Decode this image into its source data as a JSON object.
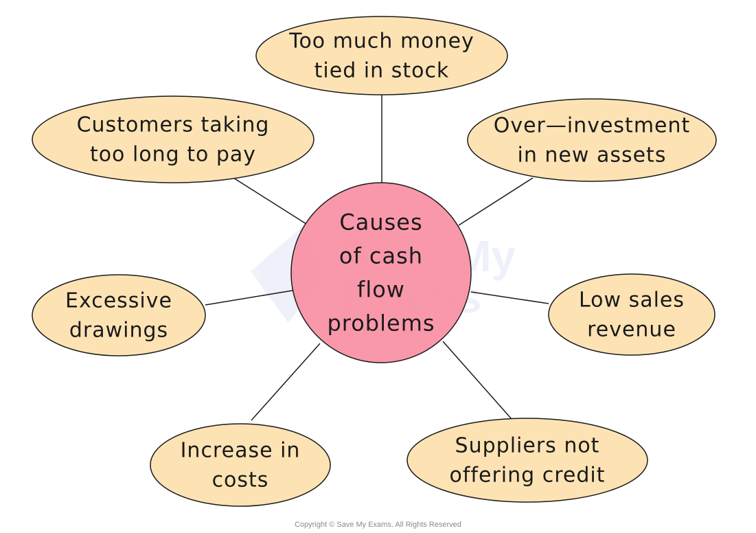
{
  "center": {
    "lines": [
      "Causes",
      "of cash",
      "flow",
      "problems"
    ],
    "fill": "#f98fa3"
  },
  "nodes": [
    {
      "id": "stock",
      "lines": [
        "Too much money",
        "tied in stock"
      ]
    },
    {
      "id": "customers",
      "lines": [
        "Customers taking",
        "too long to pay"
      ]
    },
    {
      "id": "over-investment",
      "lines": [
        "Over—investment",
        "in new assets"
      ]
    },
    {
      "id": "drawings",
      "lines": [
        "Excessive",
        "drawings"
      ]
    },
    {
      "id": "sales",
      "lines": [
        "Low sales",
        "revenue"
      ]
    },
    {
      "id": "costs",
      "lines": [
        "Increase in",
        "costs"
      ]
    },
    {
      "id": "suppliers",
      "lines": [
        "Suppliers not",
        "offering credit"
      ]
    }
  ],
  "colors": {
    "node_fill": "#fde3b4",
    "stroke": "#1a1a1a"
  },
  "watermark": [
    "Save My",
    "Exams"
  ],
  "copyright": "Copyright © Save My Exams. All Rights Reserved"
}
